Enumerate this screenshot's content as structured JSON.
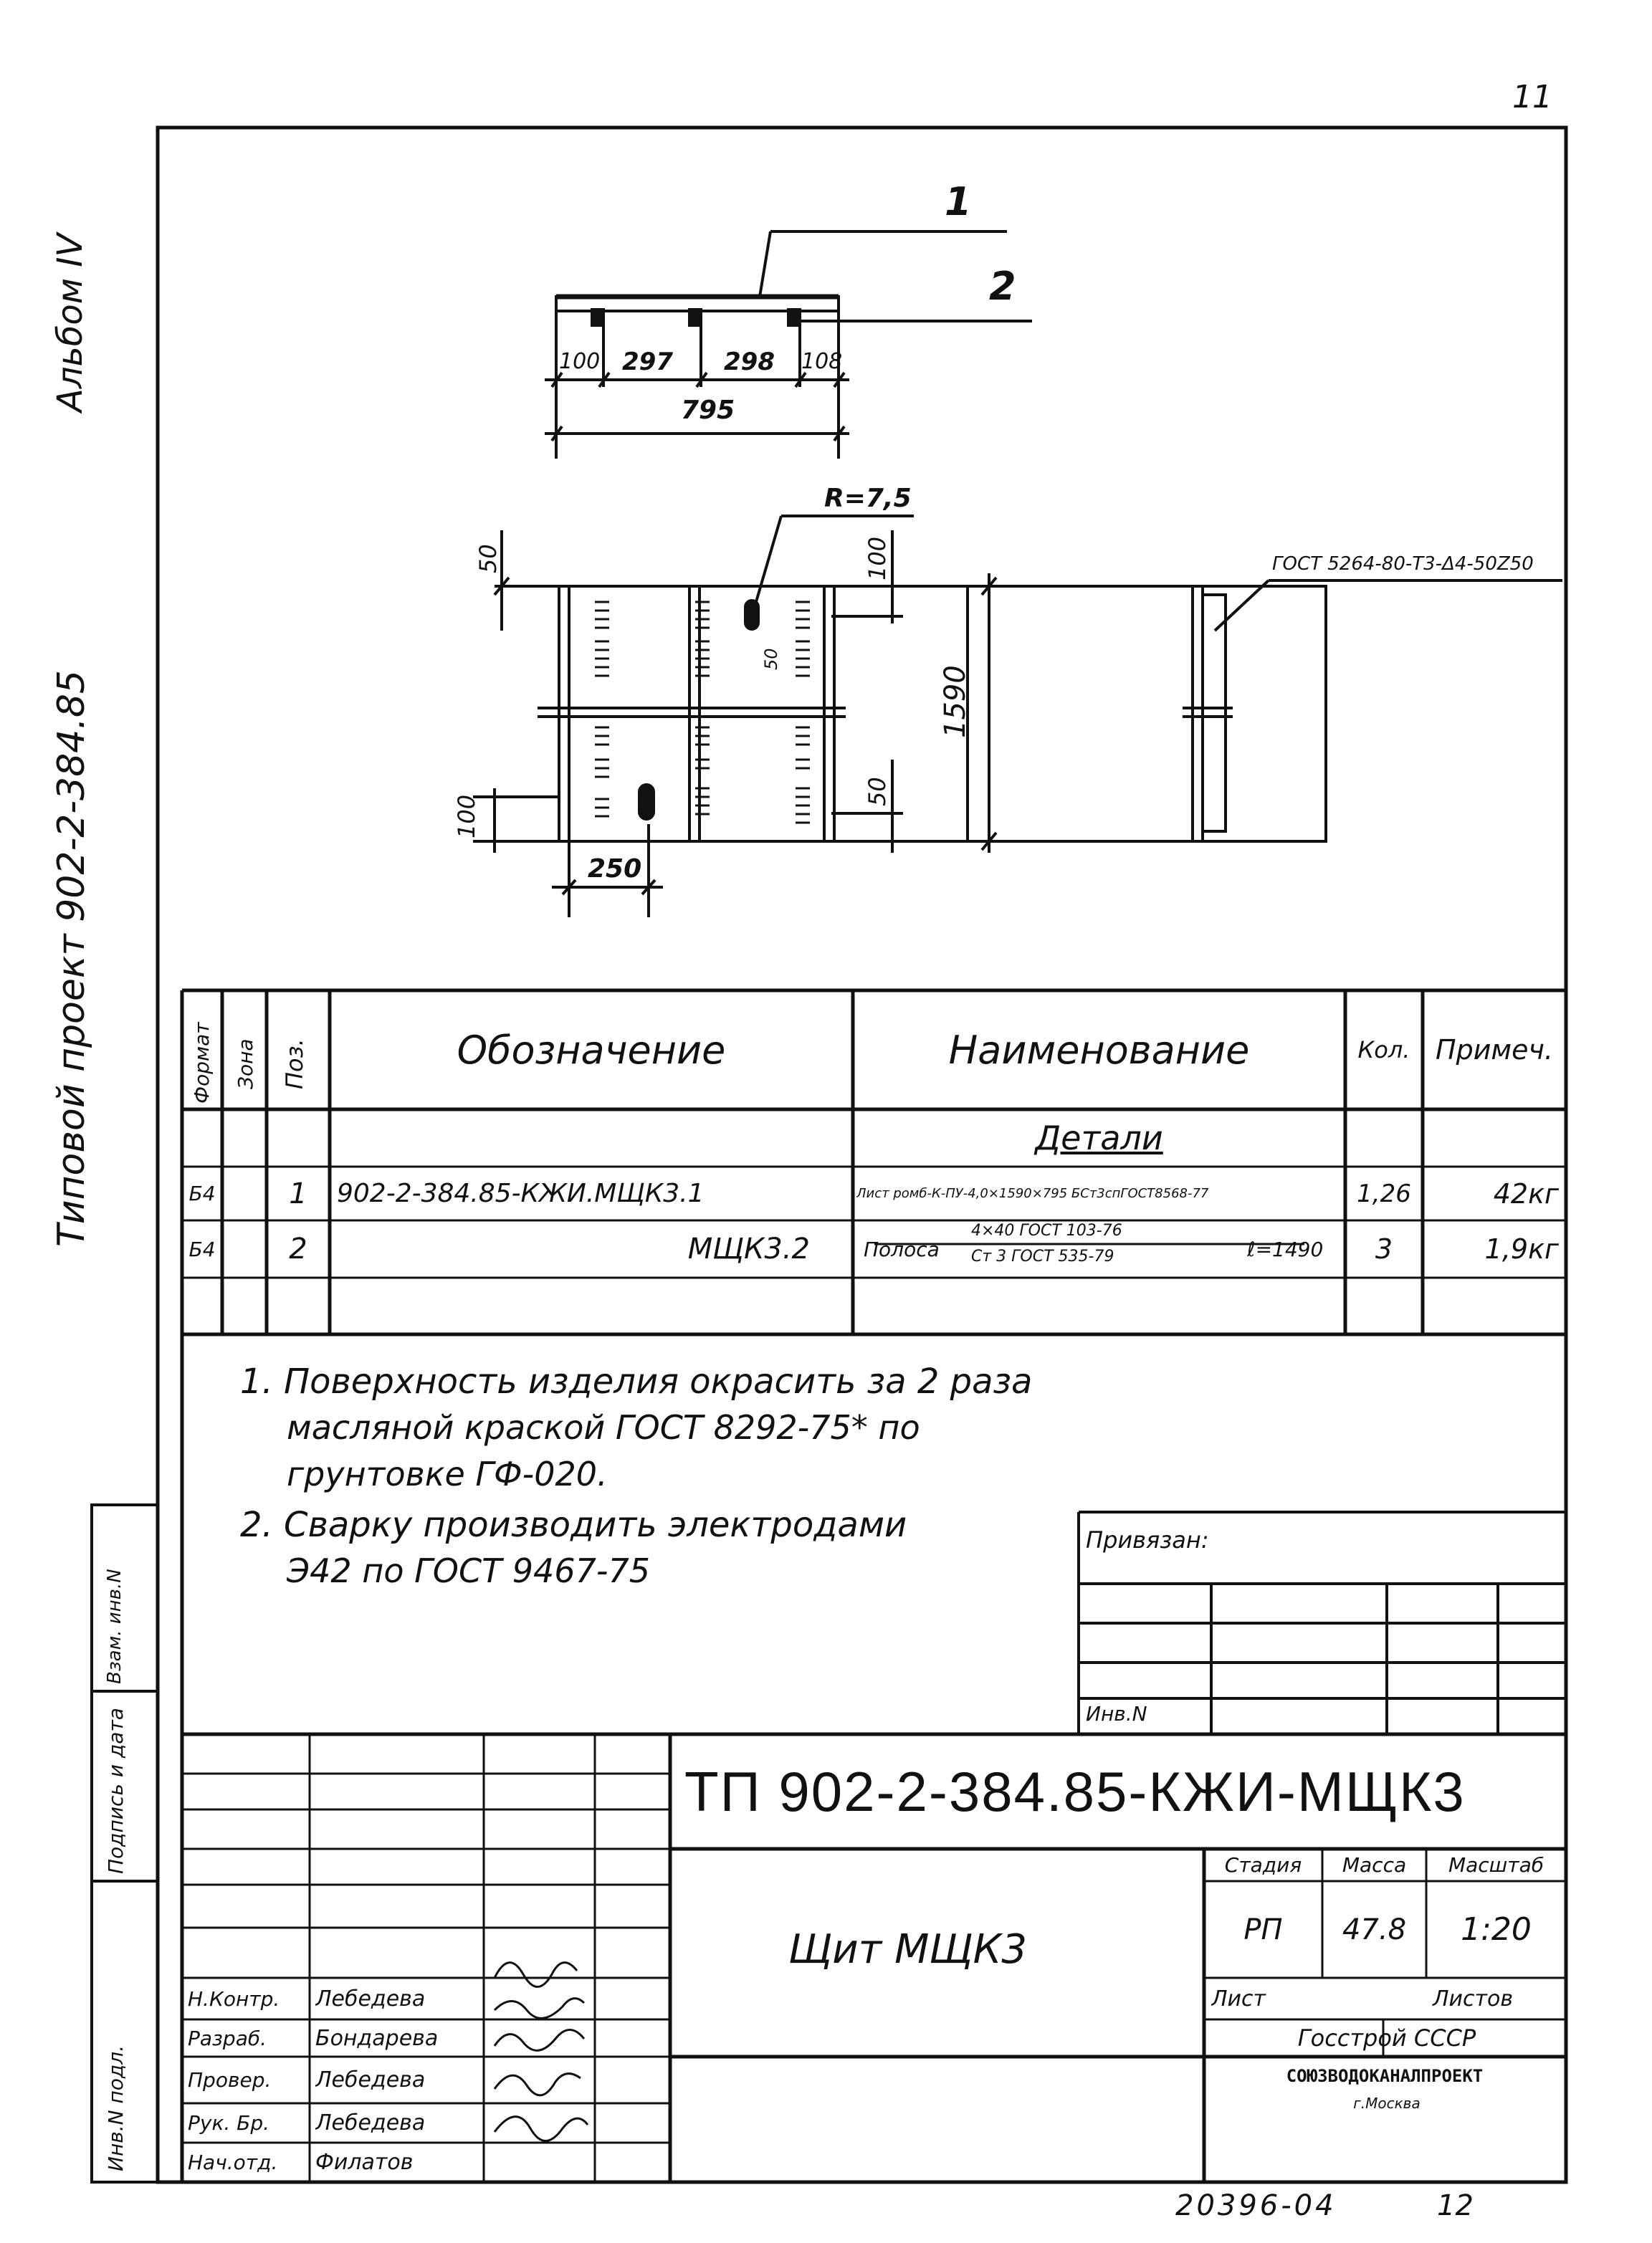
{
  "page_number": "11",
  "margin": {
    "album": "Альбом IV",
    "project": "Типовой проект 902-2-384.85"
  },
  "drawing": {
    "callouts": [
      "1",
      "2"
    ],
    "top_view_dims": [
      "100",
      "297",
      "298",
      "108",
      "795"
    ],
    "radius_label": "R=7,5",
    "plan_dims": [
      "50",
      "100",
      "50",
      "1590",
      "50",
      "100",
      "250"
    ],
    "weld_callout": "ГОСТ 5264-80-Т3-Δ4-50Z50"
  },
  "spec_table": {
    "headers": {
      "format": "Формат",
      "zone": "Зона",
      "pos": "Поз.",
      "designation": "Обозначение",
      "name": "Наименование",
      "qty": "Кол.",
      "note": "Примеч."
    },
    "section": "Детали",
    "rows": [
      {
        "format": "Б4",
        "pos": "1",
        "designation": "902-2-384.85-КЖИ.МЩК3.1",
        "name": "Лист ромб-К-ПУ-4,0×1590×795 БСт3спГОСТ8568-77",
        "qty": "1,26",
        "note": "42кг"
      },
      {
        "format": "Б4",
        "pos": "2",
        "designation": "МЩК3.2",
        "name_prefix": "Полоса",
        "name_top": "4×40 ГОСТ 103-76",
        "name_bottom": "Ст 3 ГОСТ 535-79",
        "name_suffix": "ℓ=1490",
        "qty": "3",
        "note": "1,9кг"
      }
    ]
  },
  "notes": [
    "1. Поверхность изделия окрасить за 2 раза",
    "масляной краской ГОСТ 8292-75* по",
    "грунтовке ГФ-020.",
    "2. Сварку производить электродами",
    "Э42 по ГОСТ 9467-75"
  ],
  "binding": {
    "label": "Привязан:",
    "inv": "Инв.N"
  },
  "left_stamp": [
    "Инв.N подл.",
    "Подпись и дата",
    "Взам. инв.N"
  ],
  "title_block": {
    "code": "ТП 902-2-384.85-КЖИ-МЩК3",
    "title": "Щит МЩК3",
    "stage_label": "Стадия",
    "mass_label": "Масса",
    "scale_label": "Масштаб",
    "stage": "РП",
    "mass": "47.8",
    "scale": "1:20",
    "sheet_label": "Лист",
    "sheets_label": "Листов",
    "org1": "Госстрой СССР",
    "org2": "СОЮЗВОДОКАНАЛПРОЕКТ",
    "org3": "г.Москва",
    "roles": [
      {
        "role": "Н.Контр.",
        "name": "Лебедева"
      },
      {
        "role": "Разраб.",
        "name": "Бондарева"
      },
      {
        "role": "Провер.",
        "name": "Лебедева"
      },
      {
        "role": "Рук. Бр.",
        "name": "Лебедева"
      },
      {
        "role": "Нач.отд.",
        "name": "Филатов"
      }
    ]
  },
  "footer": {
    "doc_number": "20396-04",
    "sheet_no": "12"
  }
}
